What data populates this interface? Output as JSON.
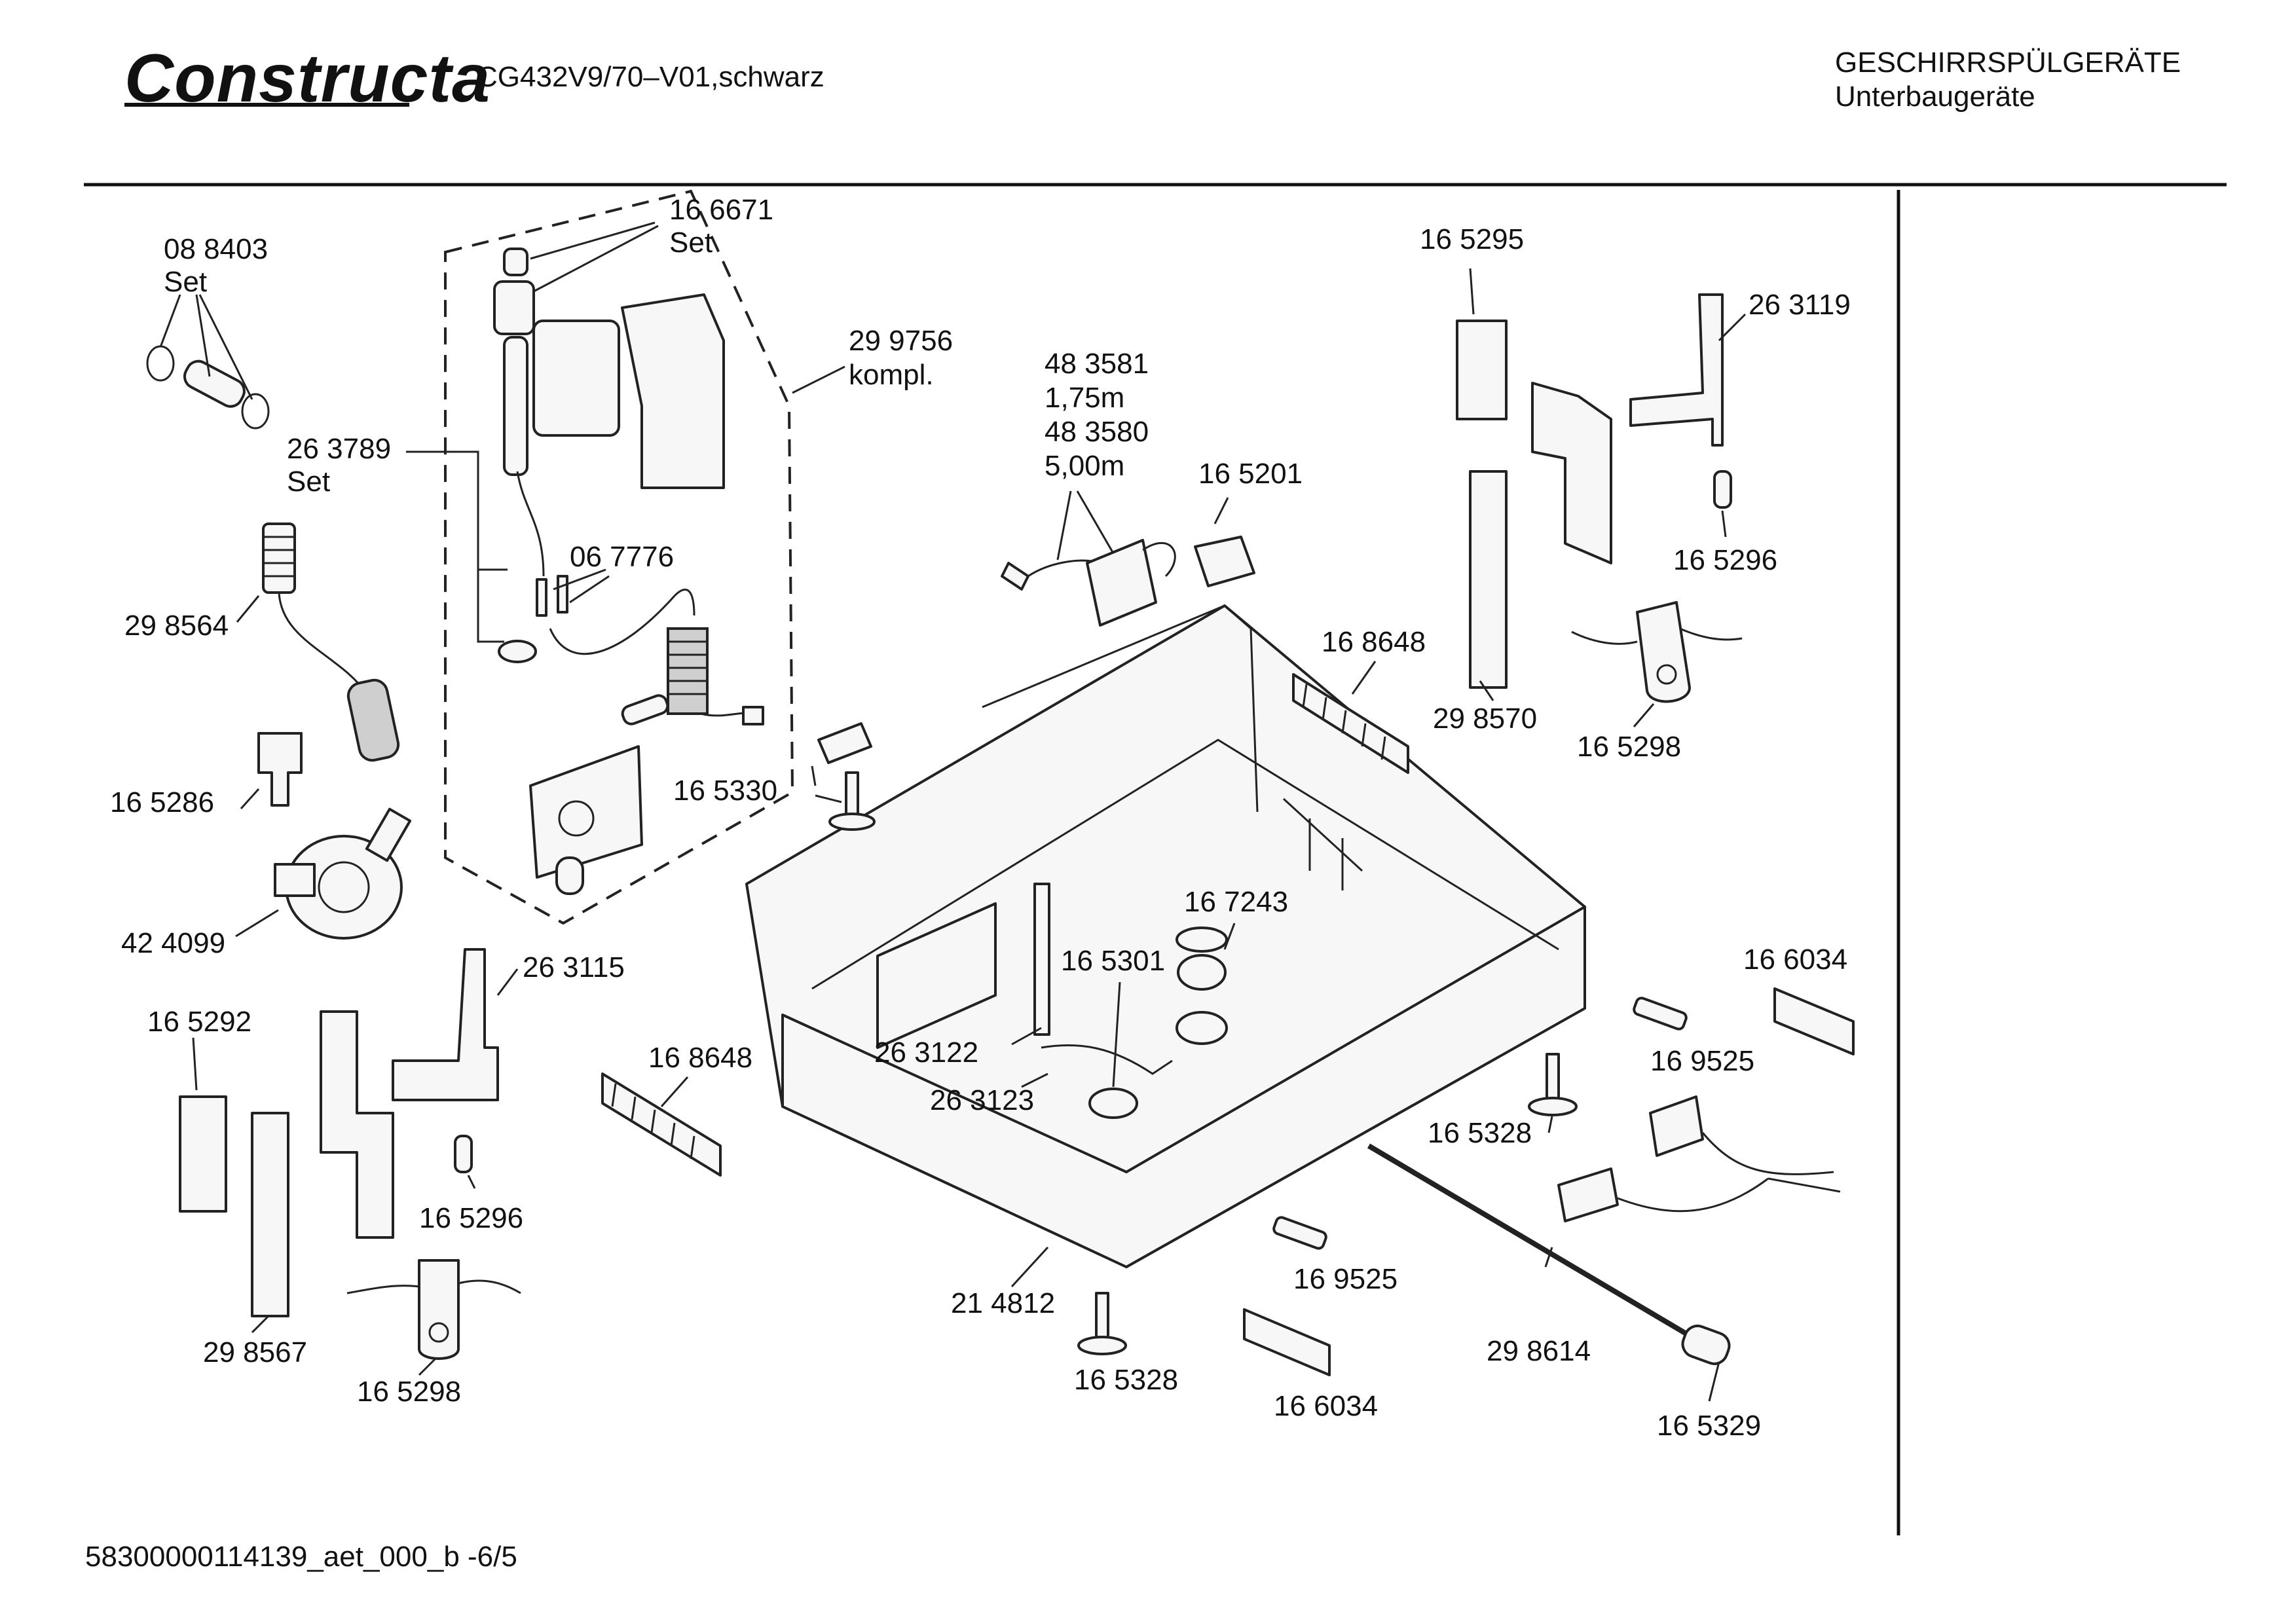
{
  "header": {
    "brand": "Constructa",
    "model": "CG432V9/70–V01,schwarz",
    "category": "GESCHIRRSPÜLGERÄTE",
    "subcategory": "Unterbaugeräte"
  },
  "footer": {
    "document_id": "58300000114139_aet_000_b  -6/5"
  },
  "labels": {
    "p088403": "08 8403",
    "p088403_note": "Set",
    "p166671": "16 6671",
    "p166671_note": "Set",
    "p299756": "29 9756",
    "p299756_note": "kompl.",
    "p263789": "26 3789",
    "p263789_note": "Set",
    "p067776": "06 7776",
    "p298564": "29 8564",
    "p165286": "16 5286",
    "p424099": "42 4099",
    "p483581": "48 3581",
    "p483581_note": "1,75m",
    "p483580": "48 3580",
    "p483580_note": "5,00m",
    "p165201": "16 5201",
    "p165295": "16 5295",
    "p263119": "26 3119",
    "p165296_r": "16 5296",
    "p168648_r": "16 8648",
    "p298570": "29 8570",
    "p165298_r": "16 5298",
    "p165330": "16 5330",
    "p167243": "16 7243",
    "p165301": "16 5301",
    "p263115": "26 3115",
    "p165292": "16 5292",
    "p168648_l": "16 8648",
    "p263122": "26 3122",
    "p263123": "26 3123",
    "p165296_l": "16 5296",
    "p298567": "29 8567",
    "p165298_l": "16 5298",
    "p214812": "21 4812",
    "p165328_c": "16 5328",
    "p169525_c": "16 9525",
    "p166034_c": "16 6034",
    "p298614": "29 8614",
    "p165329": "16 5329",
    "p166034_r": "16 6034",
    "p169525_r": "16 9525",
    "p165328_r": "16 5328"
  }
}
